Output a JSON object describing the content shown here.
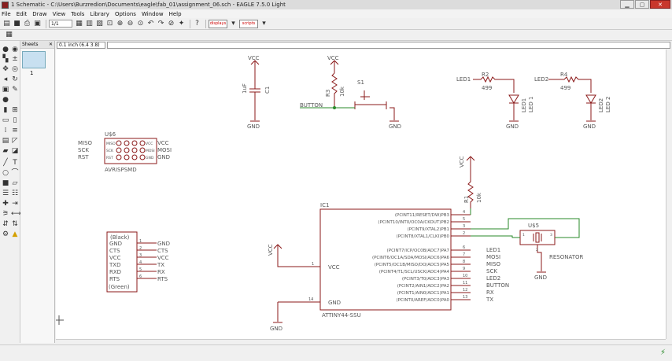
{
  "window": {
    "title": "1 Schematic - C:\\Users\\Burzredion\\Documents\\eagle\\fab_01\\assignment_06.sch - EAGLE 7.5.0 Light"
  },
  "menu": [
    "File",
    "Edit",
    "Draw",
    "View",
    "Tools",
    "Library",
    "Options",
    "Window",
    "Help"
  ],
  "toolbar": {
    "sheet_select": "1/1",
    "badge_1": "displays",
    "badge_2": "scripts"
  },
  "sheets_panel": {
    "title": "Sheets",
    "sheet_number": "1"
  },
  "coordinate_readout": "0.1 inch (6.4 3.8)",
  "schematic": {
    "cap": {
      "supply_top": "VCC",
      "value": "1uF",
      "name": "C1",
      "supply_bottom": "GND"
    },
    "button": {
      "supply_top": "VCC",
      "resistor_name": "R3",
      "resistor_value": "10k",
      "switch_name": "S1",
      "net_label": "BUTTON",
      "supply_bottom": "GND"
    },
    "led1": {
      "net_label": "LED1",
      "resistor_name": "R2",
      "resistor_value": "499",
      "led_part": "LED1",
      "led_name": "LED 1",
      "supply_bottom": "GND"
    },
    "led2": {
      "net_label": "LED2",
      "resistor_name": "R4",
      "resistor_value": "499",
      "led_part": "LED2",
      "led_name": "LED 2",
      "supply_bottom": "GND"
    },
    "isp": {
      "name": "U$6",
      "value": "AVRISPSMD",
      "left_nets": [
        "MISO",
        "SCK",
        "RST"
      ],
      "pin_left": [
        "MISO",
        "SCK",
        "RST"
      ],
      "pin_right": [
        "VCC",
        "MOSI",
        "GND"
      ],
      "right_nets": [
        "VCC",
        "MOSI",
        "GND"
      ]
    },
    "ftdi": {
      "top_label": "(Black)",
      "bottom_label": "(Green)",
      "pins": [
        "GND",
        "CTS",
        "VCC",
        "TXD",
        "RXD",
        "RTS"
      ],
      "pin_numbers": [
        "1",
        "2",
        "3",
        "4",
        "5",
        "6"
      ],
      "nets": [
        "GND",
        "CTS",
        "VCC",
        "TX",
        "RX",
        "RTS"
      ]
    },
    "r1": {
      "supply_top": "VCC",
      "name": "R1",
      "value": "10k"
    },
    "mcu": {
      "name": "IC1",
      "value": "ATTINY44-SSU",
      "vcc_pin": "VCC",
      "vcc_pin_number": "1",
      "gnd_pin": "GND",
      "gnd_pin_number": "14",
      "supply_top": "VCC",
      "supply_bottom": "GND",
      "pins": [
        {
          "label": "(PCINT11/RESET/DW)PB3",
          "num": "4"
        },
        {
          "label": "(PCINT10/INT0/OC0A/CKOUT)PB2",
          "num": "5"
        },
        {
          "label": "(PCINT9/XTAL2)PB1",
          "num": "3"
        },
        {
          "label": "(PCINT8/XTAL1/CLKI)PB0",
          "num": "2"
        },
        {
          "label": "(PCINT7/ICP/OC0B/ADC7)PA7",
          "num": "6"
        },
        {
          "label": "(PCINT6/OC1A/SDA/MOSI/ADC6)PA6",
          "num": "7"
        },
        {
          "label": "(PCINT5/OC1B/MISO/DO/ADC5)PA5",
          "num": "8"
        },
        {
          "label": "(PCINT4/T1/SCL/USCK/ADC4)PA4",
          "num": "9"
        },
        {
          "label": "(PCINT3/T0/ADC3)PA3",
          "num": "10"
        },
        {
          "label": "(PCINT2/AIN1/ADC2)PA2",
          "num": "11"
        },
        {
          "label": "(PCINT1/AIN0/ADC1)PA1",
          "num": "12"
        },
        {
          "label": "(PCINT0/AREF/ADC0)PA0",
          "num": "13"
        }
      ],
      "pin_nets": [
        "LED1",
        "MOSI",
        "MISO",
        "SCK",
        "LED2",
        "BUTTON",
        "RX",
        "TX"
      ]
    },
    "resonator": {
      "name": "U$5",
      "value": "RESONATOR",
      "pin_labels": [
        "1",
        "2",
        "3"
      ],
      "supply_bottom": "GND"
    }
  },
  "colors": {
    "part": "#8b1a1a",
    "wire": "#2a8a2a",
    "text": "#555555",
    "canvas": "#ffffff"
  }
}
